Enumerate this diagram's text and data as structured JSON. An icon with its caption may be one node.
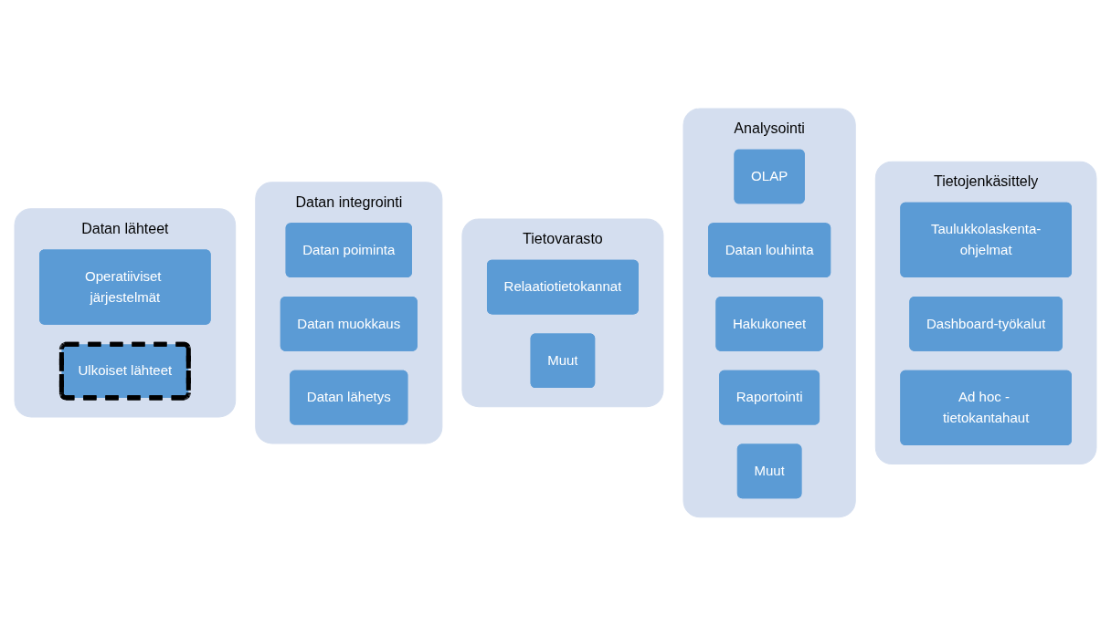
{
  "diagram": {
    "nodes": [
      {
        "text": [
          "Datan lähteet"
        ]
      },
      {
        "text": [
          "Operatiiviset järjestelmät"
        ],
        "in": 0
      },
      {
        "text": [
          "Ulkoiset lähteet"
        ],
        "in": 0
      },
      {
        "text": [
          "Datan integrointi"
        ]
      },
      {
        "text": [
          "Datan poiminta"
        ],
        "in": 3
      },
      {
        "text": [
          "Datan muokkaus"
        ],
        "in": 3
      },
      {
        "text": [
          "Datan lähetys"
        ],
        "in": 3
      },
      {
        "text": [
          "Tietovarasto"
        ]
      },
      {
        "text": [
          "Relaatiotietokannat"
        ],
        "in": 7
      },
      {
        "text": [
          "Muut"
        ],
        "in": 7
      },
      {
        "text": [
          "Analysointi"
        ]
      },
      {
        "text": [
          "OLAP"
        ],
        "in": 10
      },
      {
        "text": [
          "Datan louhinta"
        ],
        "in": 10
      },
      {
        "text": [
          "Hakukoneet"
        ],
        "in": 10
      },
      {
        "text": [
          "Raportointi"
        ],
        "in": 10
      },
      {
        "text": [
          "Muut"
        ],
        "in": 10
      },
      {
        "text": [
          "Tietojenkäsittely"
        ]
      },
      {
        "text": [
          "Taulukkolaskenta-ohjelmat"
        ],
        "in": 16
      },
      {
        "text": [
          "Dashboard-työkalut"
        ],
        "in": 16
      },
      {
        "text": [
          "Ad hoc - tietokantahaut"
        ],
        "in": 16
      }
    ],
    "edges": []
  }
}
